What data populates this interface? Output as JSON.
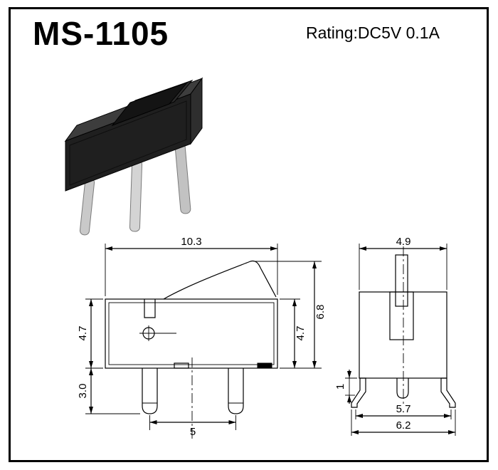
{
  "header": {
    "model": "MS-1105",
    "rating": "Rating:DC5V 0.1A"
  },
  "front_view": {
    "dim_width_top": "10.3",
    "dim_overall_height": "6.8",
    "dim_body_height_right": "4.7",
    "dim_body_height_left": "4.7",
    "dim_pin_length": "3.0",
    "dim_pin_pitch": "5"
  },
  "side_view": {
    "dim_width_top": "4.9",
    "dim_step_height": "1",
    "dim_leg_span": "5.7",
    "dim_overall_width": "6.2"
  }
}
